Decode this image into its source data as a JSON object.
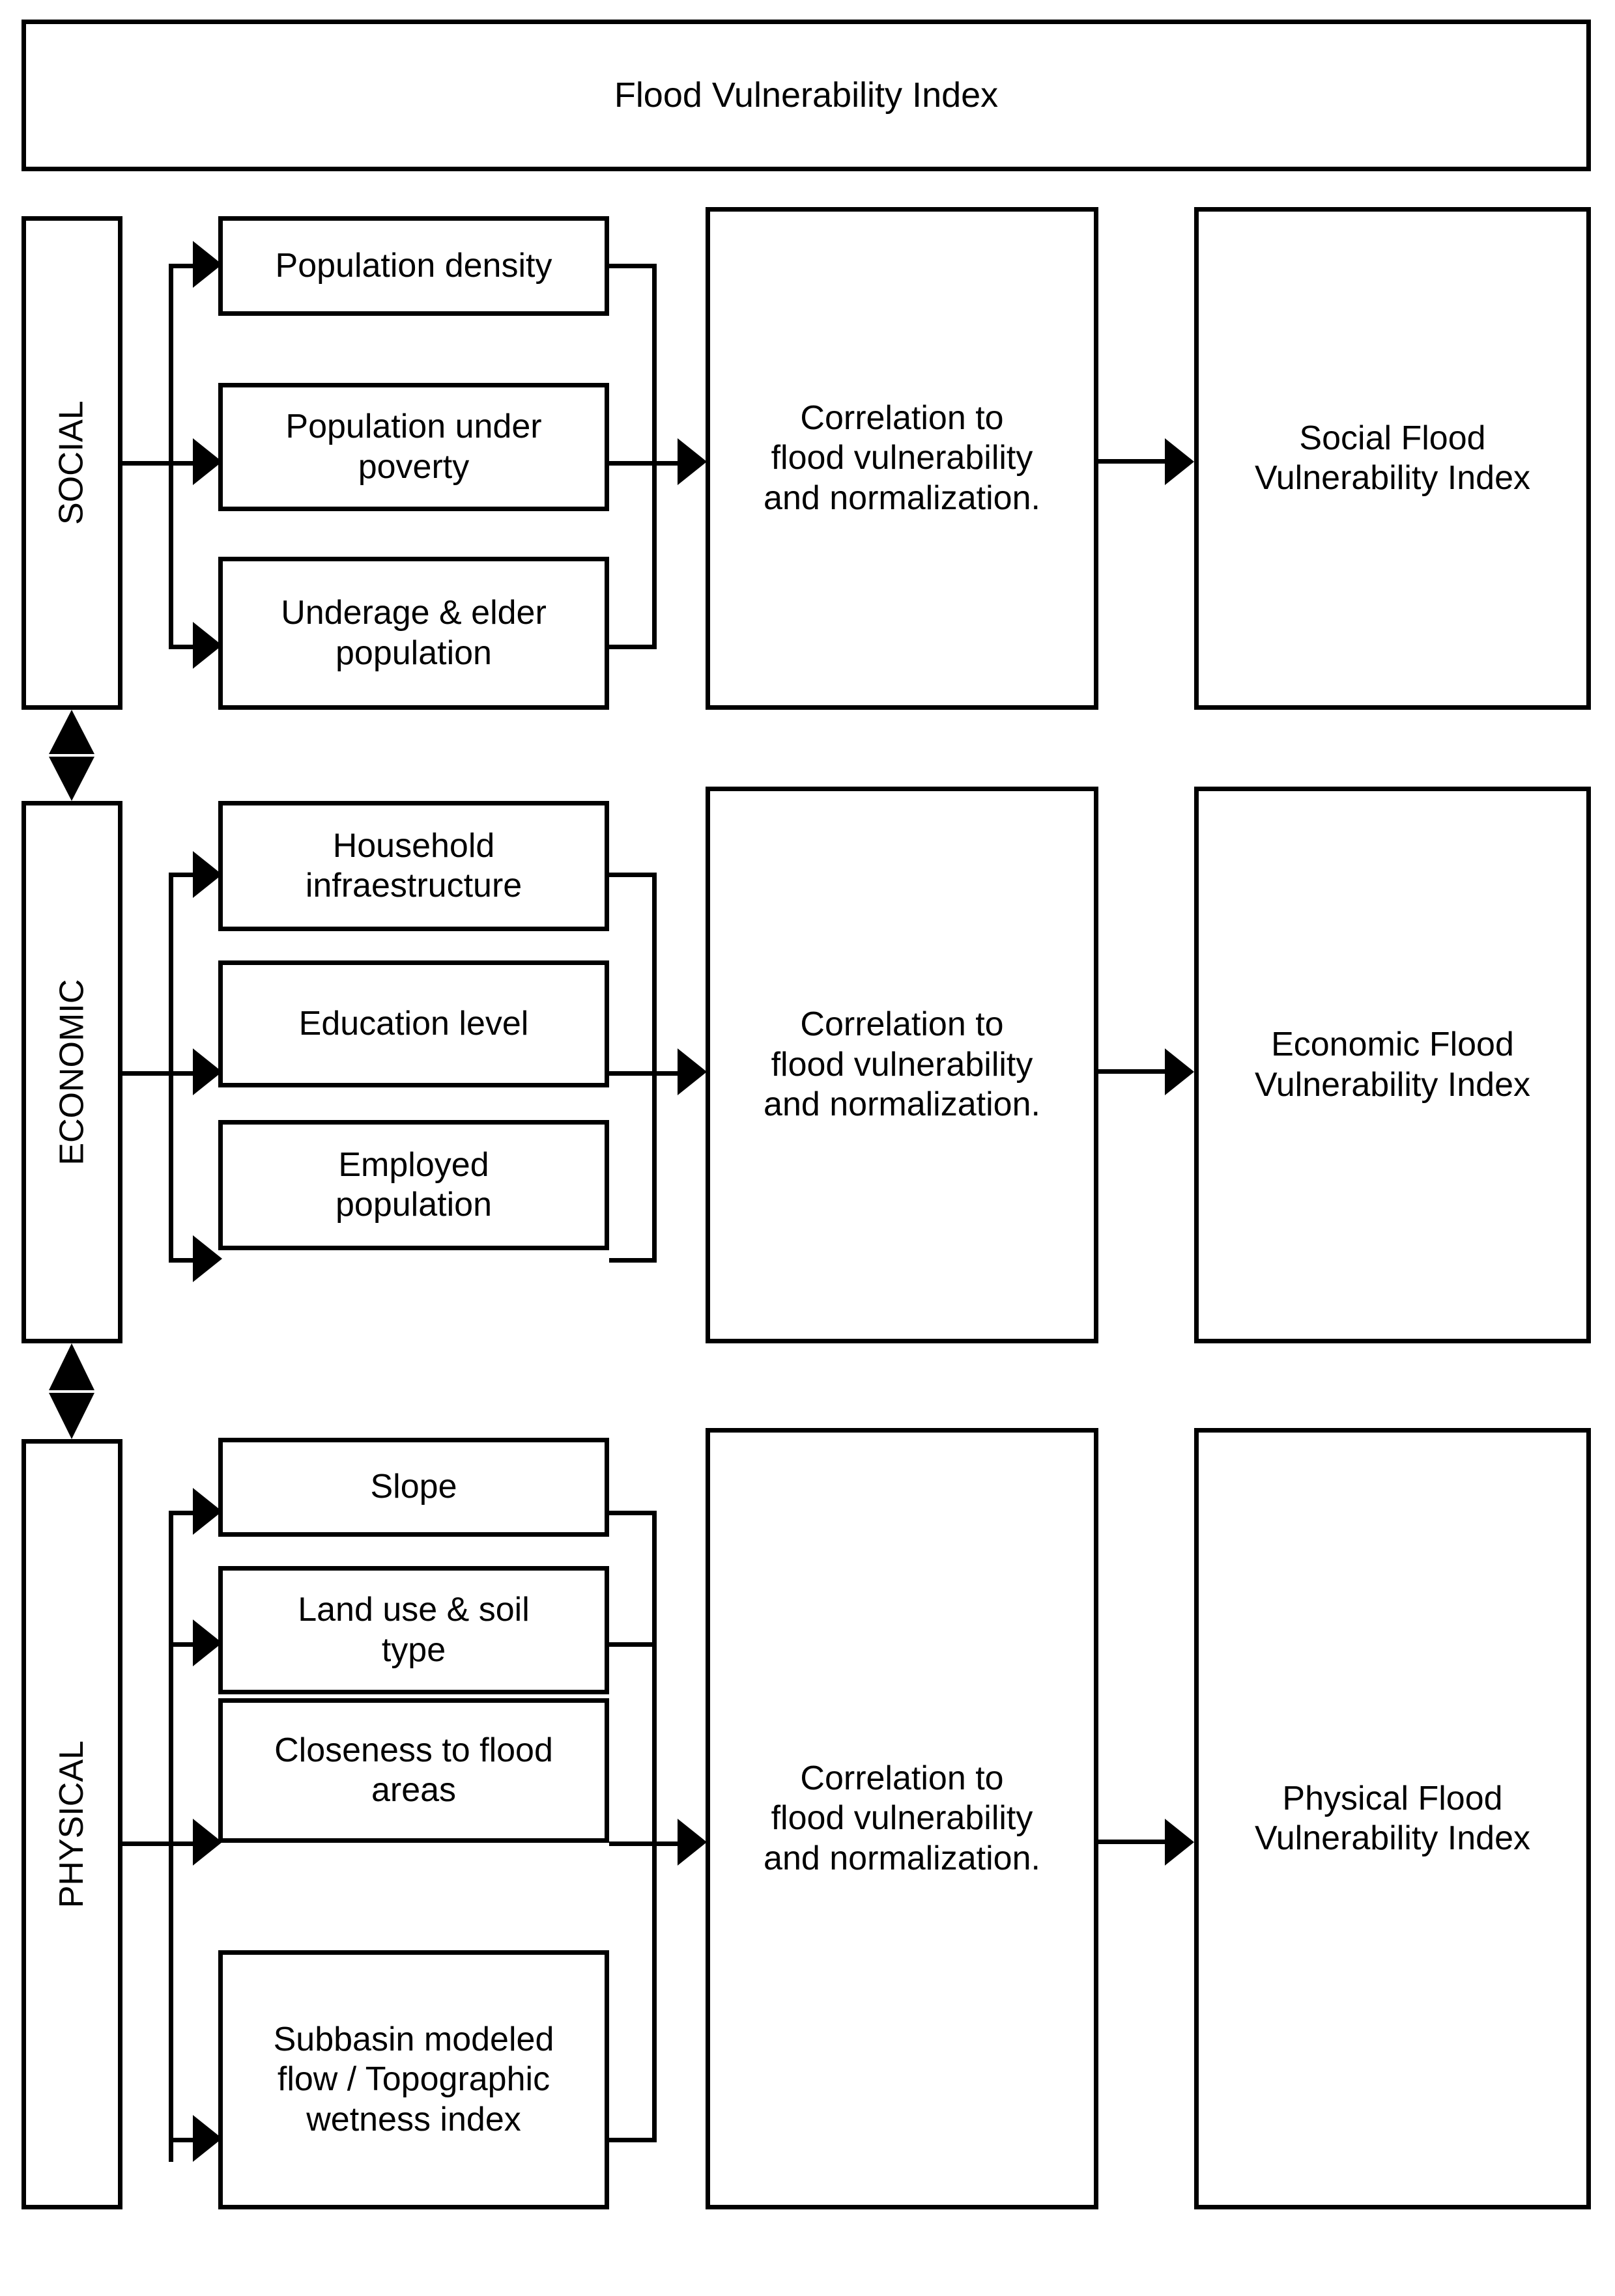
{
  "diagram": {
    "title": "Flood Vulnerability Index",
    "process_label": "Correlation to flood vulnerability and normalization.",
    "process_lines": [
      "Correlation to",
      "flood vulnerability",
      "and normalization."
    ],
    "sections": [
      {
        "category": "SOCIAL",
        "indicators": [
          {
            "label": "Population density",
            "lines": [
              "Population density"
            ]
          },
          {
            "label": "Population under poverty",
            "lines": [
              "Population under",
              "poverty"
            ]
          },
          {
            "label": "Underage & elder population",
            "lines": [
              "Underage & elder",
              "population"
            ]
          }
        ],
        "process": {
          "lines": [
            "Correlation to",
            "flood vulnerability",
            "and normalization."
          ]
        },
        "output": {
          "label": "Social Flood Vulnerability Index",
          "lines": [
            "Social Flood",
            "Vulnerability Index"
          ]
        }
      },
      {
        "category": "ECONOMIC",
        "indicators": [
          {
            "label": "Household infraestructure",
            "lines": [
              "Household",
              "infraestructure"
            ]
          },
          {
            "label": "Education level",
            "lines": [
              "Education level"
            ]
          },
          {
            "label": "Employed population",
            "lines": [
              "Employed",
              "population"
            ]
          }
        ],
        "process": {
          "lines": [
            "Correlation to",
            "flood vulnerability",
            "and normalization."
          ]
        },
        "output": {
          "label": "Economic Flood Vulnerability Index",
          "lines": [
            "Economic Flood",
            "Vulnerability Index"
          ]
        }
      },
      {
        "category": "PHYSICAL",
        "indicators": [
          {
            "label": "Slope",
            "lines": [
              "Slope"
            ]
          },
          {
            "label": "Land use & soil type",
            "lines": [
              "Land use & soil",
              "type"
            ]
          },
          {
            "label": "Closeness to flood areas",
            "lines": [
              "Closeness to flood",
              "areas"
            ]
          },
          {
            "label": "Subbasin modeled flow / Topographic wetness index",
            "lines": [
              "Subbasin modeled",
              "flow / Topographic",
              "wetness index"
            ]
          }
        ],
        "process": {
          "lines": [
            "Correlation to",
            "flood vulnerability",
            "and normalization."
          ]
        },
        "output": {
          "label": "Physical Flood Vulnerability Index",
          "lines": [
            "Physical Flood",
            "Vulnerability Index"
          ]
        }
      }
    ],
    "colors": {
      "stroke": "#000000",
      "fill": "#ffffff",
      "text": "#000000"
    }
  }
}
